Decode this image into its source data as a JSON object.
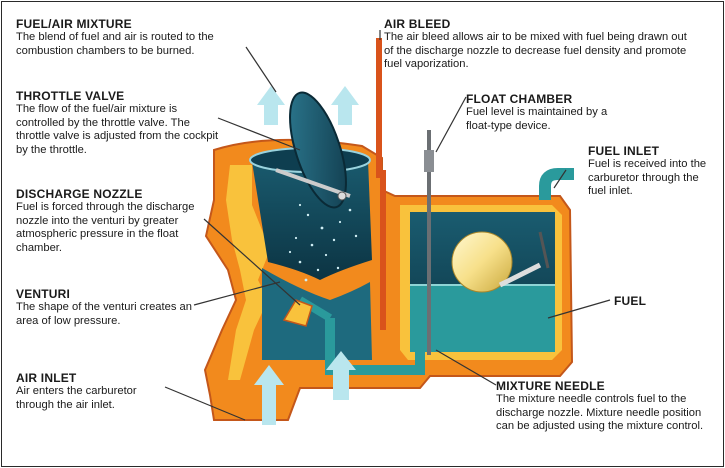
{
  "colors": {
    "housing_orange": "#f28a1d",
    "housing_yellow": "#f9c23c",
    "housing_dark": "#d9531b",
    "fuel_teal": "#2a9a9c",
    "interior_dark": "#13475a",
    "airflow_arrow": "#b9e6ee",
    "float_yellow": "#f7e08a",
    "leader_line": "#333333"
  },
  "labels": {
    "fuel_air_mixture": {
      "title": "FUEL/AIR MIXTURE",
      "desc": "The blend of fuel and air is routed to the combustion chambers to be burned."
    },
    "throttle_valve": {
      "title": "THROTTLE VALVE",
      "desc": "The flow of the fuel/air mixture is controlled by the throttle valve. The throttle valve is adjusted from the cockpit by the throttle."
    },
    "discharge_nozzle": {
      "title": "DISCHARGE NOZZLE",
      "desc": "Fuel is forced through the discharge nozzle into the venturi by greater atmospheric pressure in the float chamber."
    },
    "venturi": {
      "title": "VENTURI",
      "desc": "The shape of the venturi creates an area of low pressure."
    },
    "air_inlet": {
      "title": "AIR INLET",
      "desc": "Air enters the carburetor through the air inlet."
    },
    "air_bleed": {
      "title": "AIR BLEED",
      "desc": "The air bleed allows air to be mixed with fuel being drawn out of the discharge nozzle to decrease fuel density and promote fuel vaporization."
    },
    "float_chamber": {
      "title": "FLOAT CHAMBER",
      "desc": "Fuel level is maintained by a float-type device."
    },
    "fuel_inlet": {
      "title": "FUEL INLET",
      "desc": "Fuel is received into the carburetor through the fuel inlet."
    },
    "fuel": {
      "title": "FUEL"
    },
    "mixture_needle": {
      "title": "MIXTURE NEEDLE",
      "desc": "The mixture needle controls fuel to the discharge nozzle. Mixture needle position can be adjusted using the mixture control."
    }
  }
}
